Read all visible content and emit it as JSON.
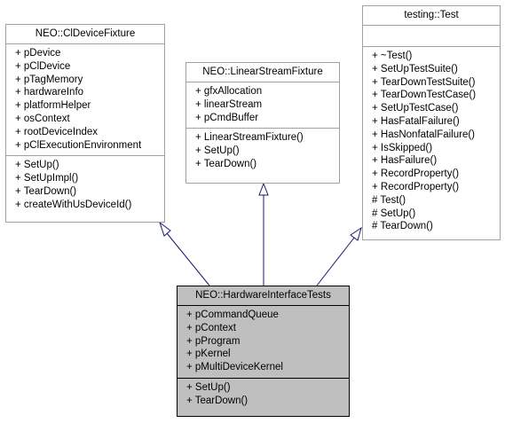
{
  "diagram": {
    "classes": [
      {
        "id": "cl-device-fixture",
        "name": "NEO::ClDeviceFixture",
        "attributes": [
          "+ pDevice",
          "+ pClDevice",
          "+ pTagMemory",
          "+ hardwareInfo",
          "+ platformHelper",
          "+ osContext",
          "+ rootDeviceIndex",
          "+ pClExecutionEnvironment"
        ],
        "operations": [
          "+ SetUp()",
          "+ SetUpImpl()",
          "+ TearDown()",
          "+ createWithUsDeviceId()"
        ]
      },
      {
        "id": "linear-stream-fixture",
        "name": "NEO::LinearStreamFixture",
        "attributes": [
          "+ gfxAllocation",
          "+ linearStream",
          "+ pCmdBuffer"
        ],
        "operations": [
          "+ LinearStreamFixture()",
          "+ SetUp()",
          "+ TearDown()"
        ]
      },
      {
        "id": "testing-test",
        "name": "testing::Test",
        "attributes": [],
        "operations": [
          "+ ~Test()",
          "+ SetUpTestSuite()",
          "+ TearDownTestSuite()",
          "+ TearDownTestCase()",
          "+ SetUpTestCase()",
          "+ HasFatalFailure()",
          "+ HasNonfatalFailure()",
          "+ IsSkipped()",
          "+ HasFailure()",
          "+ RecordProperty()",
          "+ RecordProperty()",
          "# Test()",
          "# SetUp()",
          "# TearDown()"
        ]
      },
      {
        "id": "hardware-interface-tests",
        "name": "NEO::HardwareInterfaceTests",
        "attributes": [
          "+ pCommandQueue",
          "+ pContext",
          "+ pProgram",
          "+ pKernel",
          "+ pMultiDeviceKernel"
        ],
        "operations": [
          "+ SetUp()",
          "+ TearDown()"
        ]
      }
    ],
    "inheritance": [
      {
        "from": "hardware-interface-tests",
        "to": "cl-device-fixture"
      },
      {
        "from": "hardware-interface-tests",
        "to": "linear-stream-fixture"
      },
      {
        "from": "hardware-interface-tests",
        "to": "testing-test"
      }
    ],
    "colors": {
      "edge": "#191970",
      "box_border": "#a0a0a0",
      "highlight_fill": "#bfbfbf",
      "highlight_border": "#000000"
    }
  }
}
